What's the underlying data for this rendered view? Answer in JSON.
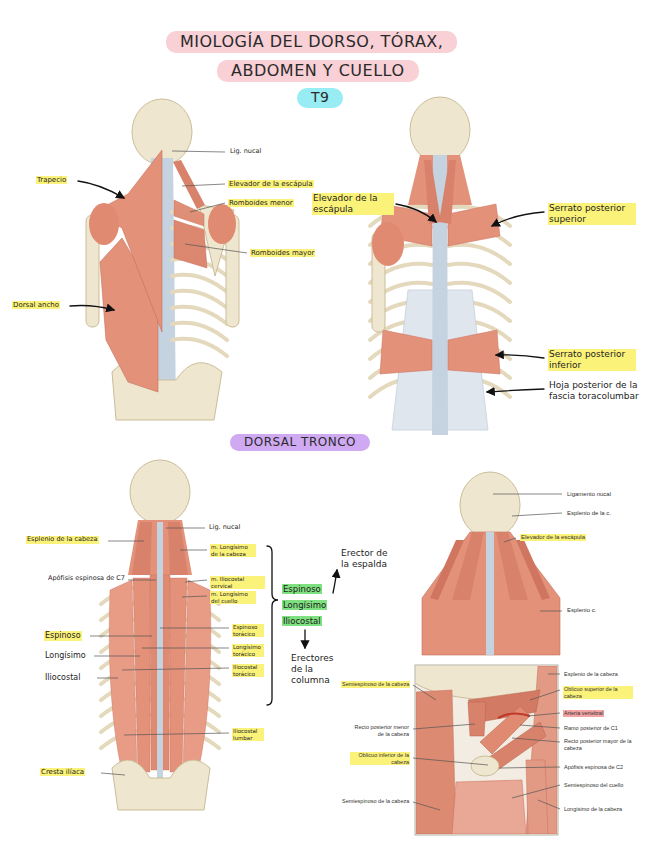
{
  "diagram": {
    "nodes": [
      {
        "text": [
          "MIOLOGÍA DEL DORSO, TÓRAX,"
        ]
      },
      {
        "text": [
          "ABDOMEN Y CUELLO"
        ]
      },
      {
        "text": [
          "T9"
        ]
      },
      {
        "text": [
          "DORSAL TRONCO"
        ]
      }
    ],
    "labels": [
      "Lig. nucal",
      "Trapecio",
      "Elevador de la escápula",
      "Romboides menor",
      "Romboides mayor",
      "Dorsal ancho",
      "Elevador de la escápula",
      "Serrato posterior superior",
      "Serrato posterior inferior",
      "Hoja posterior de la fascia toracolumbar",
      "Lig. nucal",
      "Esplenio de la cabeza",
      "m. Longísimo de la cabeza",
      "Apófisis espinosa de C7",
      "m. Iliocostal cervical",
      "m. Longísimo del cuello",
      "Erector de la espalda",
      "Espinoso",
      "Longísimo",
      "Iliocostal",
      "Espinoso",
      "Espinoso torácico",
      "Longísimo",
      "Longísimo torácico",
      "Iliocostal",
      "Iliocostal torácico",
      "Erectores de la columna",
      "Iliocostal lumbar",
      "Cresta ilíaca",
      "Ligamento nucal",
      "Esplenio de la c.",
      "Elevador de la escápula",
      "Esplenio c.",
      "Esplenio de la cabeza",
      "Oblicuo superior de la cabeza",
      "Arteria vertebral",
      "Semiespinoso de la cabeza",
      "Ramo posterior de C1",
      "Recto posterior menor de la cabeza",
      "Recto posterior mayor de la cabeza",
      "Oblicuo inferior de la cabeza",
      "Apófisis espinosa de C2",
      "Semiespinoso del cuello",
      "Semiespinoso de la cabeza",
      "Longísimo de la cabeza"
    ]
  }
}
